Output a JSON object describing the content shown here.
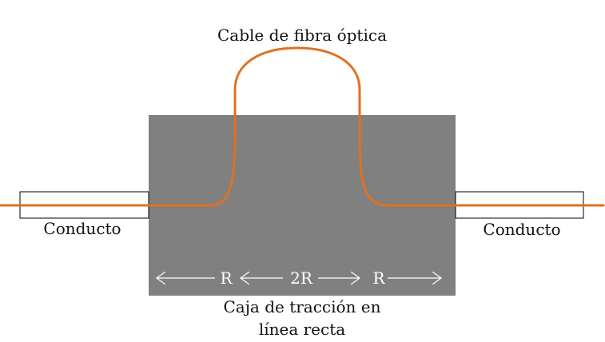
{
  "title": "Cable de fibra óptica",
  "left_conduit_label": "Conducto",
  "right_conduit_label": "Conducto",
  "box_label_line1": "Caja de tracción en",
  "box_label_line2": "línea recta",
  "dimensions": {
    "left": "R",
    "middle": "2R",
    "right": "R"
  },
  "colors": {
    "cable": "#E07020",
    "box": "#808080",
    "conduit_stroke": "#000000",
    "arrow": "#ffffff"
  }
}
